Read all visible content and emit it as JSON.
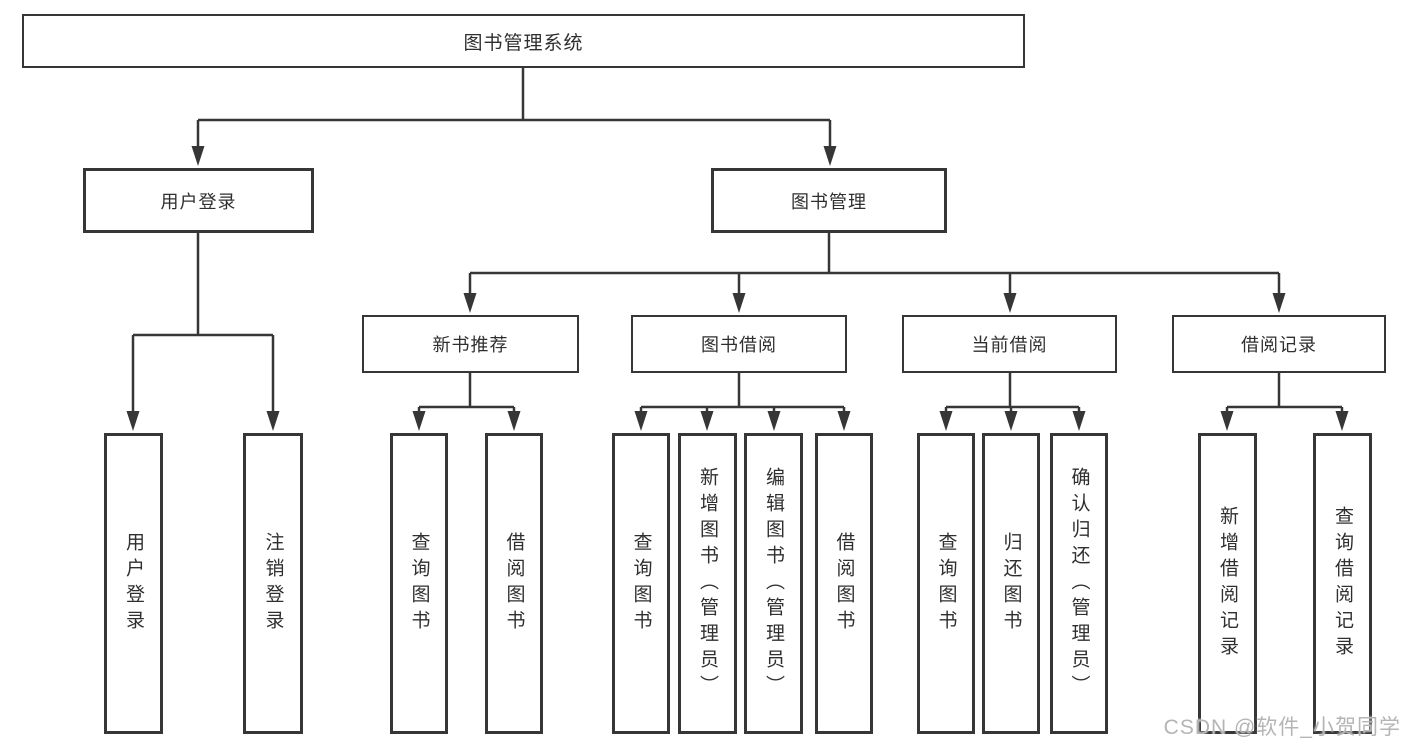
{
  "diagram": {
    "root": {
      "label": "图书管理系统"
    },
    "level2": [
      {
        "label": "用户登录"
      },
      {
        "label": "图书管理"
      }
    ],
    "level3": [
      {
        "label": "新书推荐"
      },
      {
        "label": "图书借阅"
      },
      {
        "label": "当前借阅"
      },
      {
        "label": "借阅记录"
      }
    ],
    "leaves": {
      "user_login_group": [
        {
          "label": "用户登录"
        },
        {
          "label": "注销登录"
        }
      ],
      "new_book_group": [
        {
          "label": "查询图书"
        },
        {
          "label": "借阅图书"
        }
      ],
      "book_borrow_group": [
        {
          "label": "查询图书"
        },
        {
          "label": "新增图书（管理员）"
        },
        {
          "label": "编辑图书（管理员）"
        },
        {
          "label": "借阅图书"
        }
      ],
      "current_borrow_group": [
        {
          "label": "查询图书"
        },
        {
          "label": "归还图书"
        },
        {
          "label": "确认归还（管理员）"
        }
      ],
      "record_group": [
        {
          "label": "新增借阅记录"
        },
        {
          "label": "查询借阅记录"
        }
      ]
    }
  },
  "watermark": "CSDN @软件_小贺同学",
  "colors": {
    "line": "#363636",
    "text": "#2f2f2f",
    "watermark": "#b5b5b5",
    "background": "#ffffff"
  }
}
